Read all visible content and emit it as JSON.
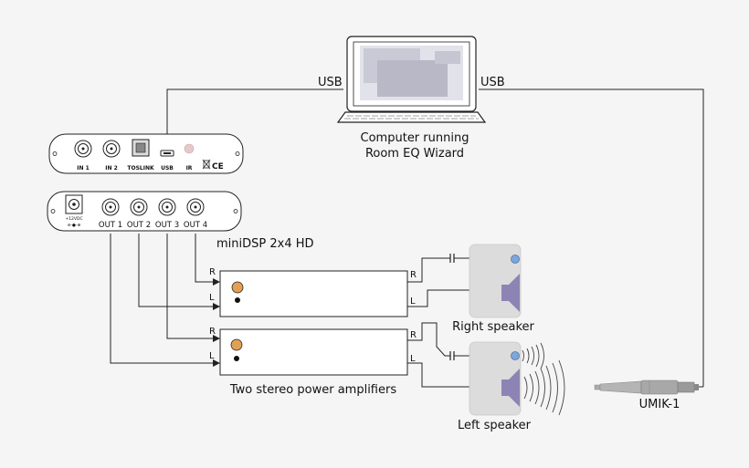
{
  "labels": {
    "usb_left": "USB",
    "usb_right": "USB",
    "computer_line1": "Computer running",
    "computer_line2": "Room EQ Wizard",
    "minidsp": "miniDSP 2x4 HD",
    "amplifiers": "Two stereo power amplifiers",
    "right_speaker": "Right speaker",
    "left_speaker": "Left speaker",
    "umik": "UMIK-1"
  },
  "rear_panel": {
    "in1": "IN 1",
    "in2": "IN 2",
    "toslink": "TOSLINK",
    "usb": "USB",
    "ir": "IR",
    "marks": "CE"
  },
  "front_panel": {
    "power": "+12VDC",
    "out1": "OUT 1",
    "out2": "OUT 2",
    "out3": "OUT 3",
    "out4": "OUT 4"
  },
  "amp1": {
    "in_r": "R",
    "in_l": "L",
    "out_r": "R",
    "out_l": "L"
  },
  "amp2": {
    "in_r": "R",
    "in_l": "L",
    "out_r": "R",
    "out_l": "L"
  }
}
